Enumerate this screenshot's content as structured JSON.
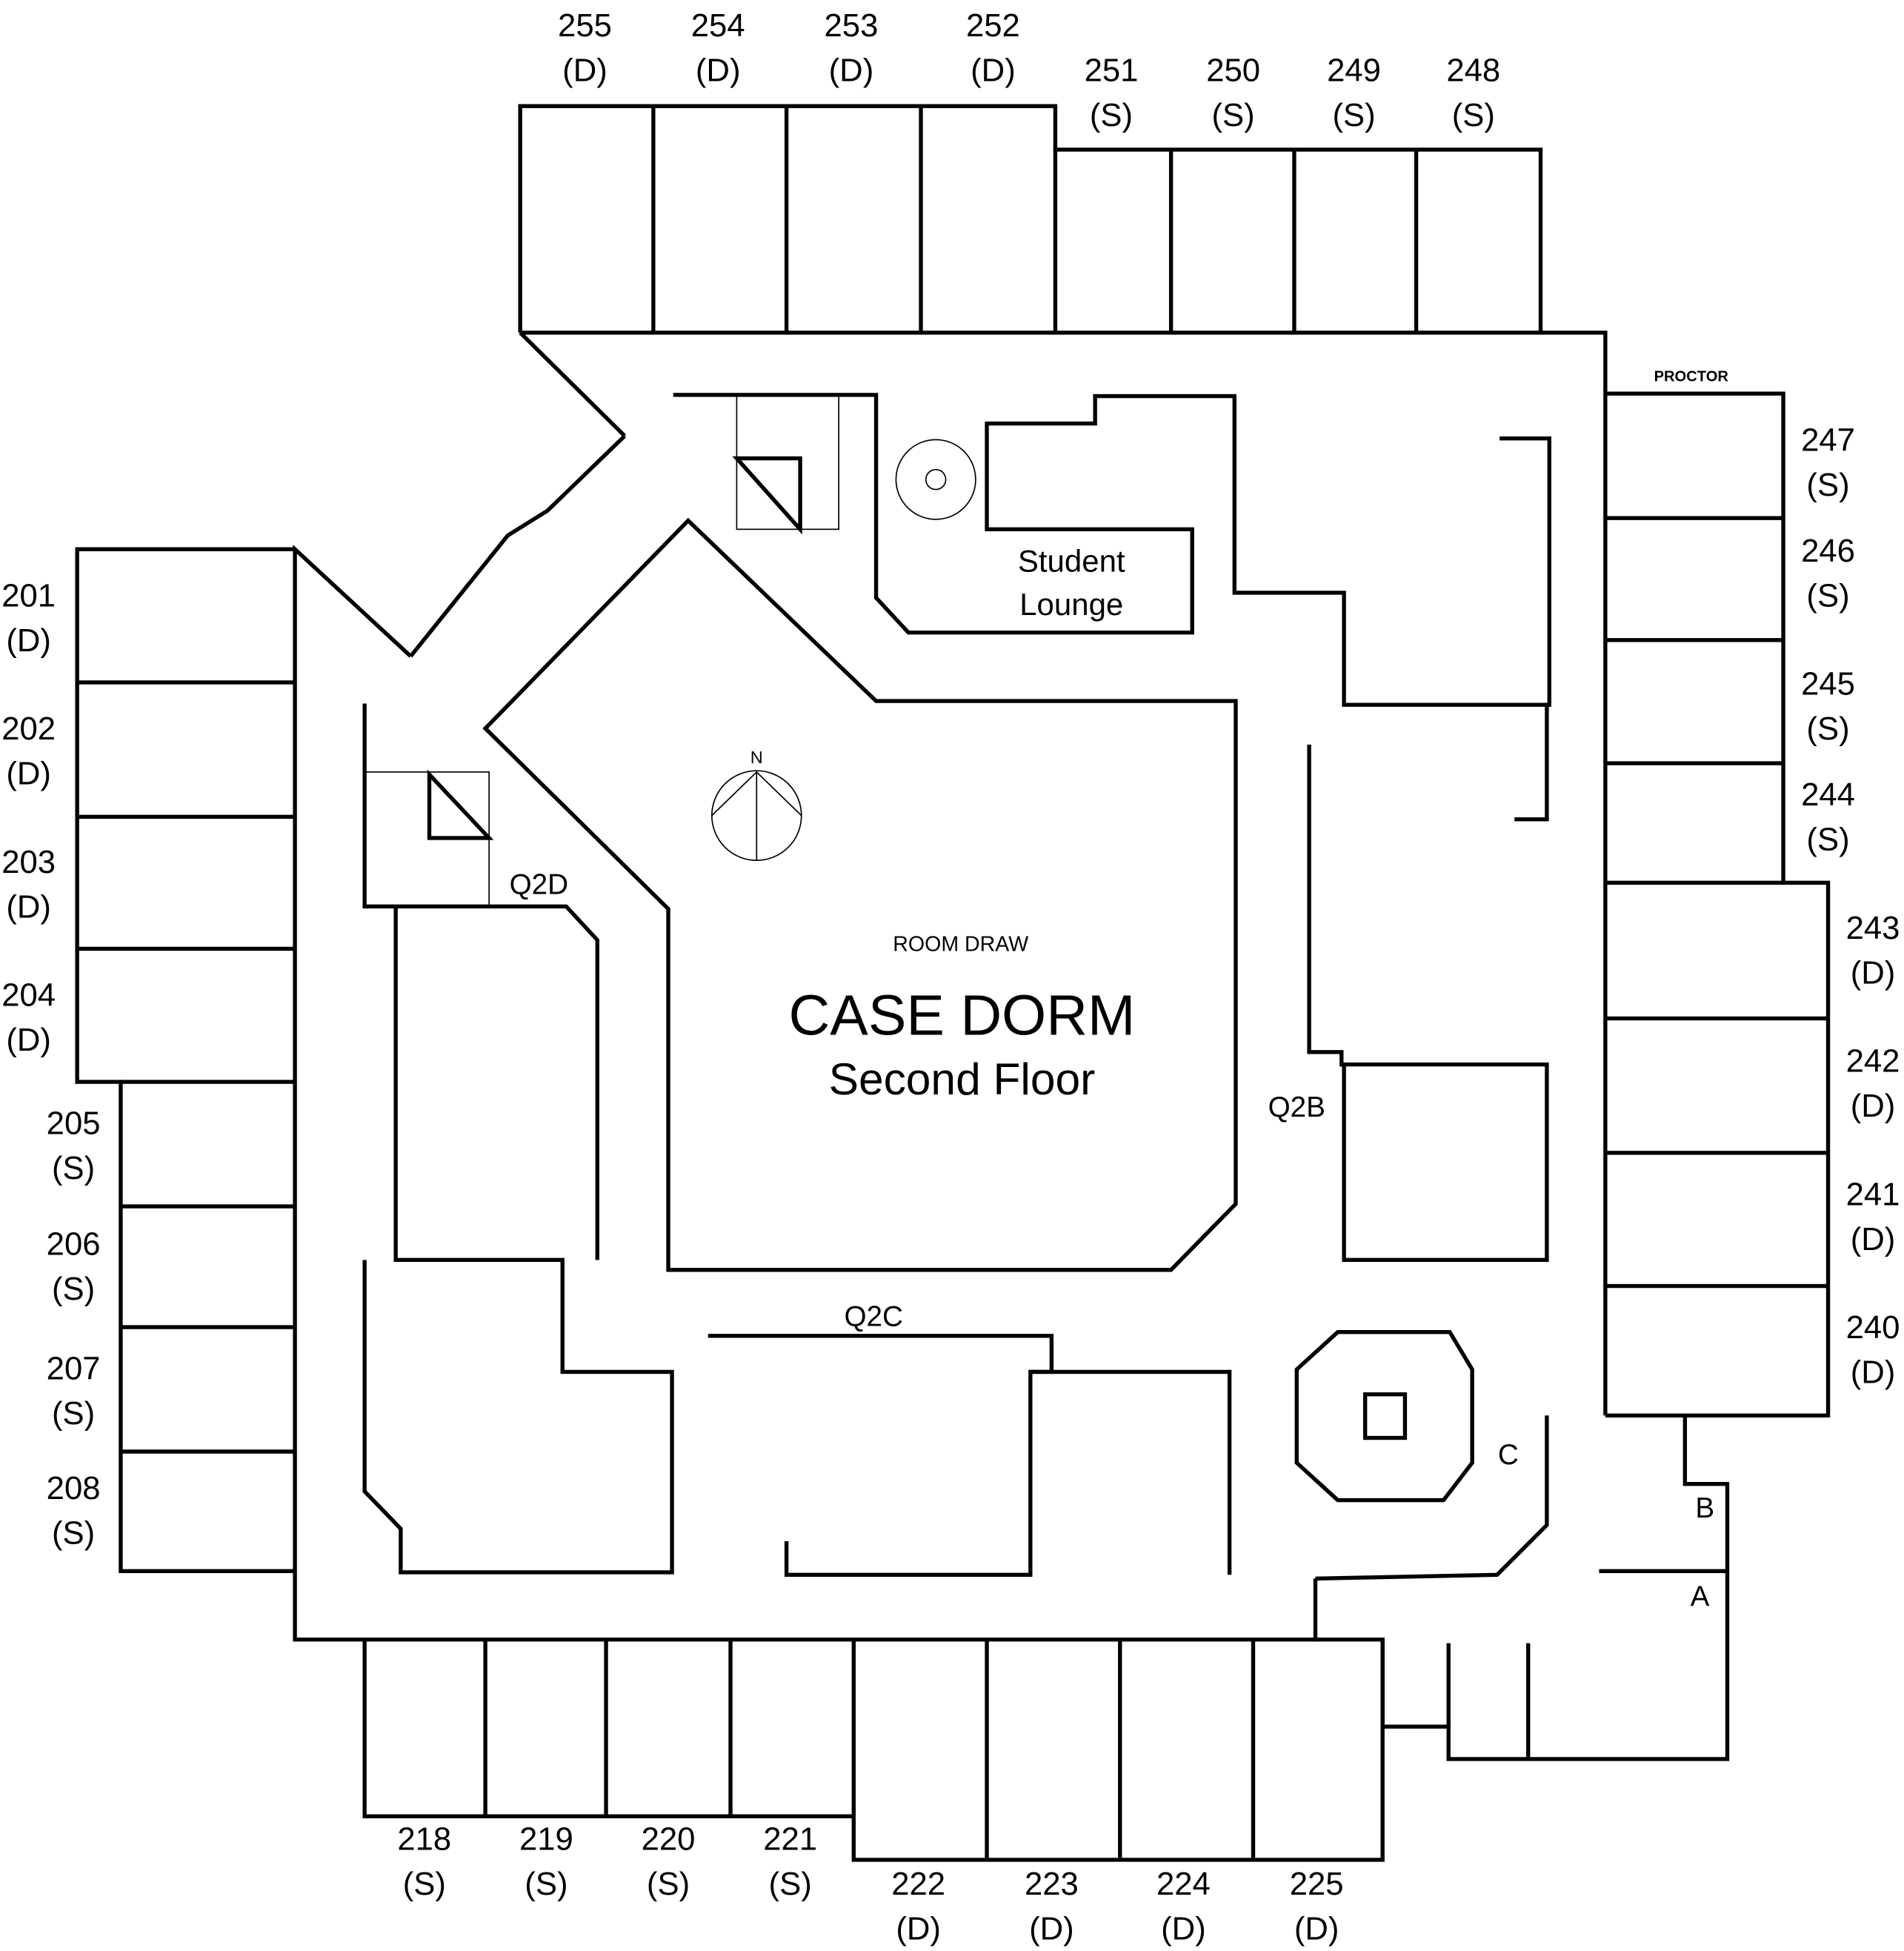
{
  "title": {
    "top": "ROOM DRAW",
    "main": "CASE DORM",
    "sub": "Second Floor"
  },
  "compass": "N",
  "areas": {
    "proctor": "PROCTOR",
    "lounge_line1": "Student",
    "lounge_line2": "Lounge",
    "q2d": "Q2D",
    "q2c": "Q2C",
    "q2b": "Q2B",
    "c": "C",
    "b": "B",
    "a": "A"
  },
  "rooms": [
    {
      "number": "255",
      "type": "(D)"
    },
    {
      "number": "254",
      "type": "(D)"
    },
    {
      "number": "253",
      "type": "(D)"
    },
    {
      "number": "252",
      "type": "(D)"
    },
    {
      "number": "251",
      "type": "(S)"
    },
    {
      "number": "250",
      "type": "(S)"
    },
    {
      "number": "249",
      "type": "(S)"
    },
    {
      "number": "248",
      "type": "(S)"
    },
    {
      "number": "247",
      "type": "(S)"
    },
    {
      "number": "246",
      "type": "(S)"
    },
    {
      "number": "245",
      "type": "(S)"
    },
    {
      "number": "244",
      "type": "(S)"
    },
    {
      "number": "243",
      "type": "(D)"
    },
    {
      "number": "242",
      "type": "(D)"
    },
    {
      "number": "241",
      "type": "(D)"
    },
    {
      "number": "240",
      "type": "(D)"
    },
    {
      "number": "201",
      "type": "(D)"
    },
    {
      "number": "202",
      "type": "(D)"
    },
    {
      "number": "203",
      "type": "(D)"
    },
    {
      "number": "204",
      "type": "(D)"
    },
    {
      "number": "205",
      "type": "(S)"
    },
    {
      "number": "206",
      "type": "(S)"
    },
    {
      "number": "207",
      "type": "(S)"
    },
    {
      "number": "208",
      "type": "(S)"
    },
    {
      "number": "218",
      "type": "(S)"
    },
    {
      "number": "219",
      "type": "(S)"
    },
    {
      "number": "220",
      "type": "(S)"
    },
    {
      "number": "221",
      "type": "(S)"
    },
    {
      "number": "222",
      "type": "(D)"
    },
    {
      "number": "223",
      "type": "(D)"
    },
    {
      "number": "224",
      "type": "(D)"
    },
    {
      "number": "225",
      "type": "(D)"
    }
  ]
}
